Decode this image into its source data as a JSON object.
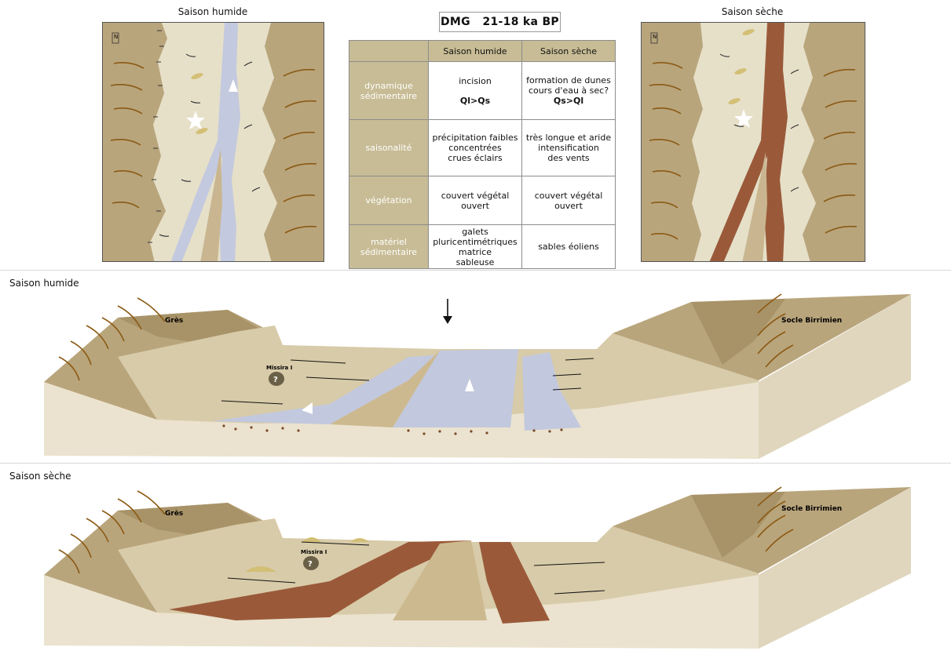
{
  "map_left": {
    "title": "Saison humide",
    "north": "N"
  },
  "map_right": {
    "title": "Saison sèche",
    "north": "N"
  },
  "table": {
    "title": "DMG   21-18 ka BP",
    "columns": [
      "",
      "Saison humide",
      "Saison sèche"
    ],
    "rows": [
      {
        "label": "dynamique sédimentaire",
        "humide": [
          "incision",
          "",
          "Ql>Qs"
        ],
        "seche": [
          "formation de dunes",
          "cours d'eau à sec?",
          "Qs>Ql"
        ]
      },
      {
        "label": "saisonalité",
        "humide": [
          "précipitation faibles",
          "concentrées",
          "crues éclairs"
        ],
        "seche": [
          "très longue et aride",
          "intensification",
          "des vents"
        ]
      },
      {
        "label": "végétation",
        "humide": [
          "couvert végétal",
          "ouvert"
        ],
        "seche": [
          "couvert végétal",
          "ouvert"
        ]
      },
      {
        "label": "matériel sédimentaire",
        "humide": [
          "galets",
          "pluricentimétriques",
          "matrice",
          "sableuse"
        ],
        "seche": [
          "sables éoliens"
        ]
      }
    ]
  },
  "block_humide": {
    "label": "Saison humide",
    "left_unit": "Grès",
    "right_unit": "Socle Birrimien",
    "site": "Missira I",
    "site_symbol": "?"
  },
  "block_seche": {
    "label": "Saison sèche",
    "left_unit": "Grès",
    "right_unit": "Socle Birrimien",
    "site": "Missira I",
    "site_symbol": "?"
  },
  "colors": {
    "plateau": "#b9a57c",
    "plateau_dark": "#a89368",
    "valley": "#d8cba9",
    "valley_light": "#e7e0c9",
    "water": "#c2c8dd",
    "sand_dark": "#9a5a3a",
    "block_side": "#ebe3cf",
    "arrow": "#8b5a14",
    "table_header": "#c7bc95"
  }
}
